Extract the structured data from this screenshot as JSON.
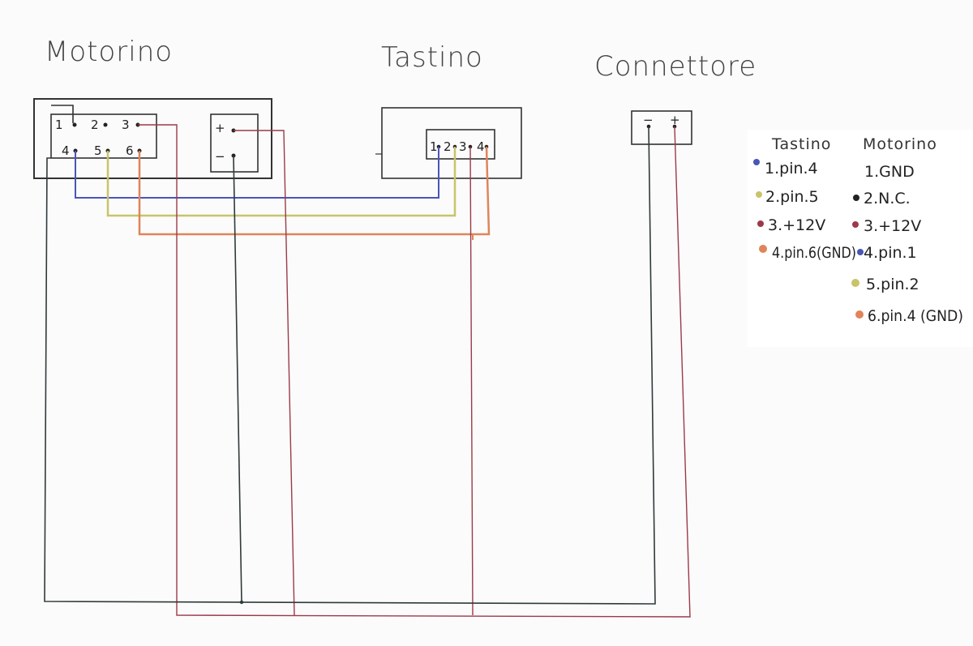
{
  "titles": {
    "motorino": "Motorino",
    "tastino": "Tastino",
    "connettore": "Connettore"
  },
  "motorino_pins": {
    "p1": "1",
    "p2": "2",
    "p3": "3",
    "p4": "4",
    "p5": "5",
    "p6": "6",
    "plus": "+",
    "minus": "−"
  },
  "tastino_pins": {
    "p1": "1",
    "p2": "2",
    "p3": "3",
    "p4": "4"
  },
  "connettore_pins": {
    "minus": "−",
    "plus": "+"
  },
  "legend": {
    "header_tastino": "Tastino",
    "header_motorino": "Motorino",
    "tastino": [
      "1.pin.4",
      "2.pin.5",
      "3.+12V",
      "4.pin.6(GND)"
    ],
    "motorino": [
      "1.GND",
      "2.N.C.",
      "3.+12V",
      "4.pin.1",
      "5.pin.2",
      "6.pin.4 (GND)"
    ]
  },
  "colors": {
    "blue": "#4a55b8",
    "yellow": "#c8c46a",
    "orange": "#e0845a",
    "red": "#9b3a48",
    "black": "#2f3a3a",
    "box": "#333333"
  }
}
